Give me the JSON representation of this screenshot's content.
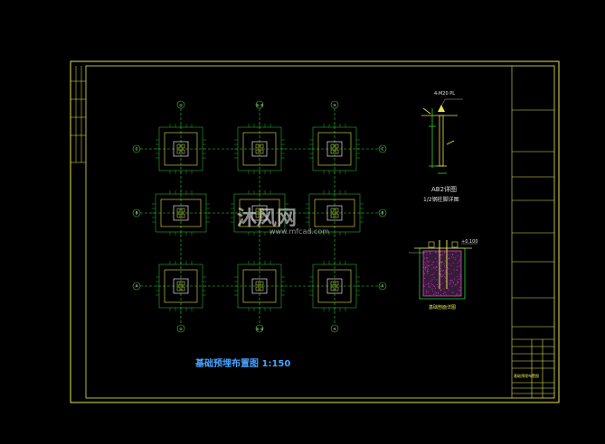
{
  "drawing": {
    "title": "基础预埋布置图 1:150",
    "watermark_text": "沐风网",
    "watermark_url": "www.mfcad.com",
    "detail_a_title": "AB2详图",
    "detail_a_subtitle": "1/2钢柱脚详图",
    "detail_b_title": "基础剖面详图",
    "elevation_mark": "+0.100",
    "detail_a_note": "4-M20 PL",
    "axis_top": [
      "①",
      "②-③",
      "④"
    ],
    "axis_left": [
      "C",
      "B",
      "A"
    ],
    "colors": {
      "border": "#e5e552",
      "grid": "#2fd12f",
      "dim": "#e5e552",
      "text": "#e0e0e0",
      "title": "#4aa3ff",
      "magenta": "#d14dd1"
    }
  },
  "title_block": {
    "rows": [
      "",
      "",
      "",
      "",
      "",
      "",
      "",
      "",
      "",
      ""
    ],
    "drawing_name": "基础预埋布置图"
  }
}
